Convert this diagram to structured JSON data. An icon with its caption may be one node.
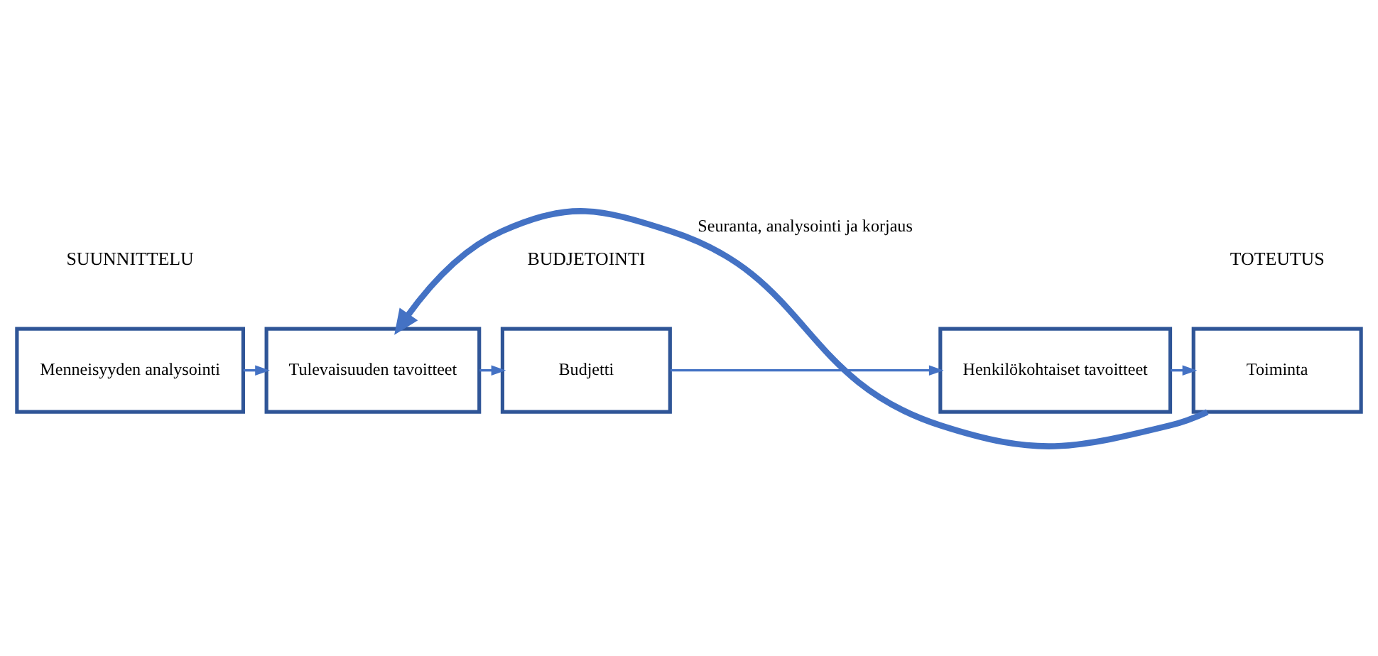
{
  "diagram": {
    "nodes": [
      {
        "text": [
          "Menneisyyden analysointi"
        ]
      },
      {
        "text": [
          "Tulevaisuuden tavoitteet"
        ]
      },
      {
        "text": [
          "Budjetti"
        ]
      },
      {
        "text": [
          "Henkilökohtaiset tavoitteet"
        ]
      },
      {
        "text": [
          "Toiminta"
        ]
      }
    ],
    "edges": [
      {
        "from": 0,
        "to": 1,
        "arrow": "to"
      },
      {
        "from": 1,
        "to": 2,
        "arrow": "to"
      },
      {
        "from": 2,
        "to": 3,
        "arrow": "to"
      },
      {
        "from": 3,
        "to": 4,
        "arrow": "to"
      },
      {
        "from": 4,
        "to": 1,
        "arrow": "to",
        "label": "Seuranta, analysointi ja korjaus",
        "style": "thick"
      }
    ],
    "labels": [
      "SUUNNITTELU",
      "BUDJETOINTI",
      "TOTEUTUS"
    ]
  }
}
